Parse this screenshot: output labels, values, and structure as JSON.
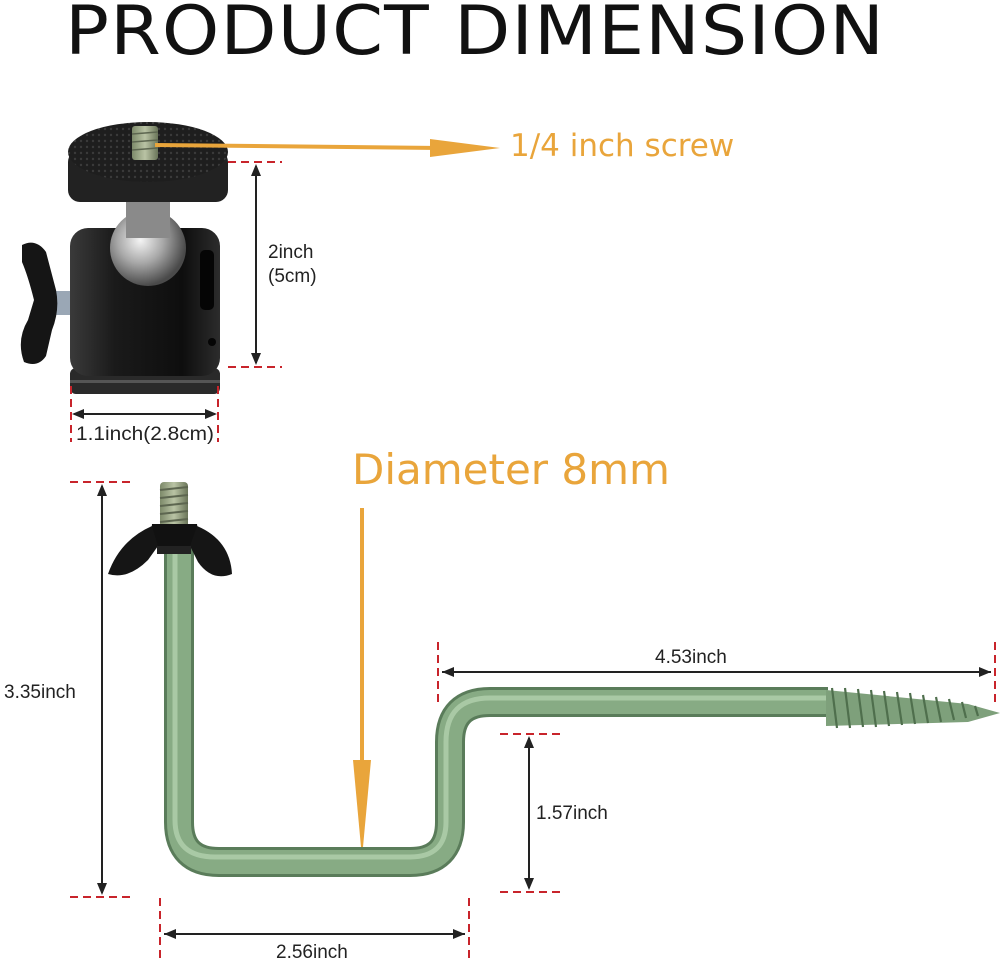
{
  "title": "PRODUCT DIMENSION",
  "colors": {
    "accent": "#e9a53b",
    "guide": "#c8242b",
    "rod": "#82a67f",
    "mount_body": "#1c1c1c"
  },
  "ball_head": {
    "screw_callout": "1/4 inch screw",
    "height_label_line1": "2inch",
    "height_label_line2": "(5cm)",
    "width_label": "1.1inch(2.8cm)"
  },
  "bracket": {
    "diameter_callout": "Diameter 8mm",
    "height_label": "3.35inch",
    "arm_length_label": "4.53inch",
    "offset_label": "1.57inch",
    "base_width_label": "2.56inch"
  }
}
